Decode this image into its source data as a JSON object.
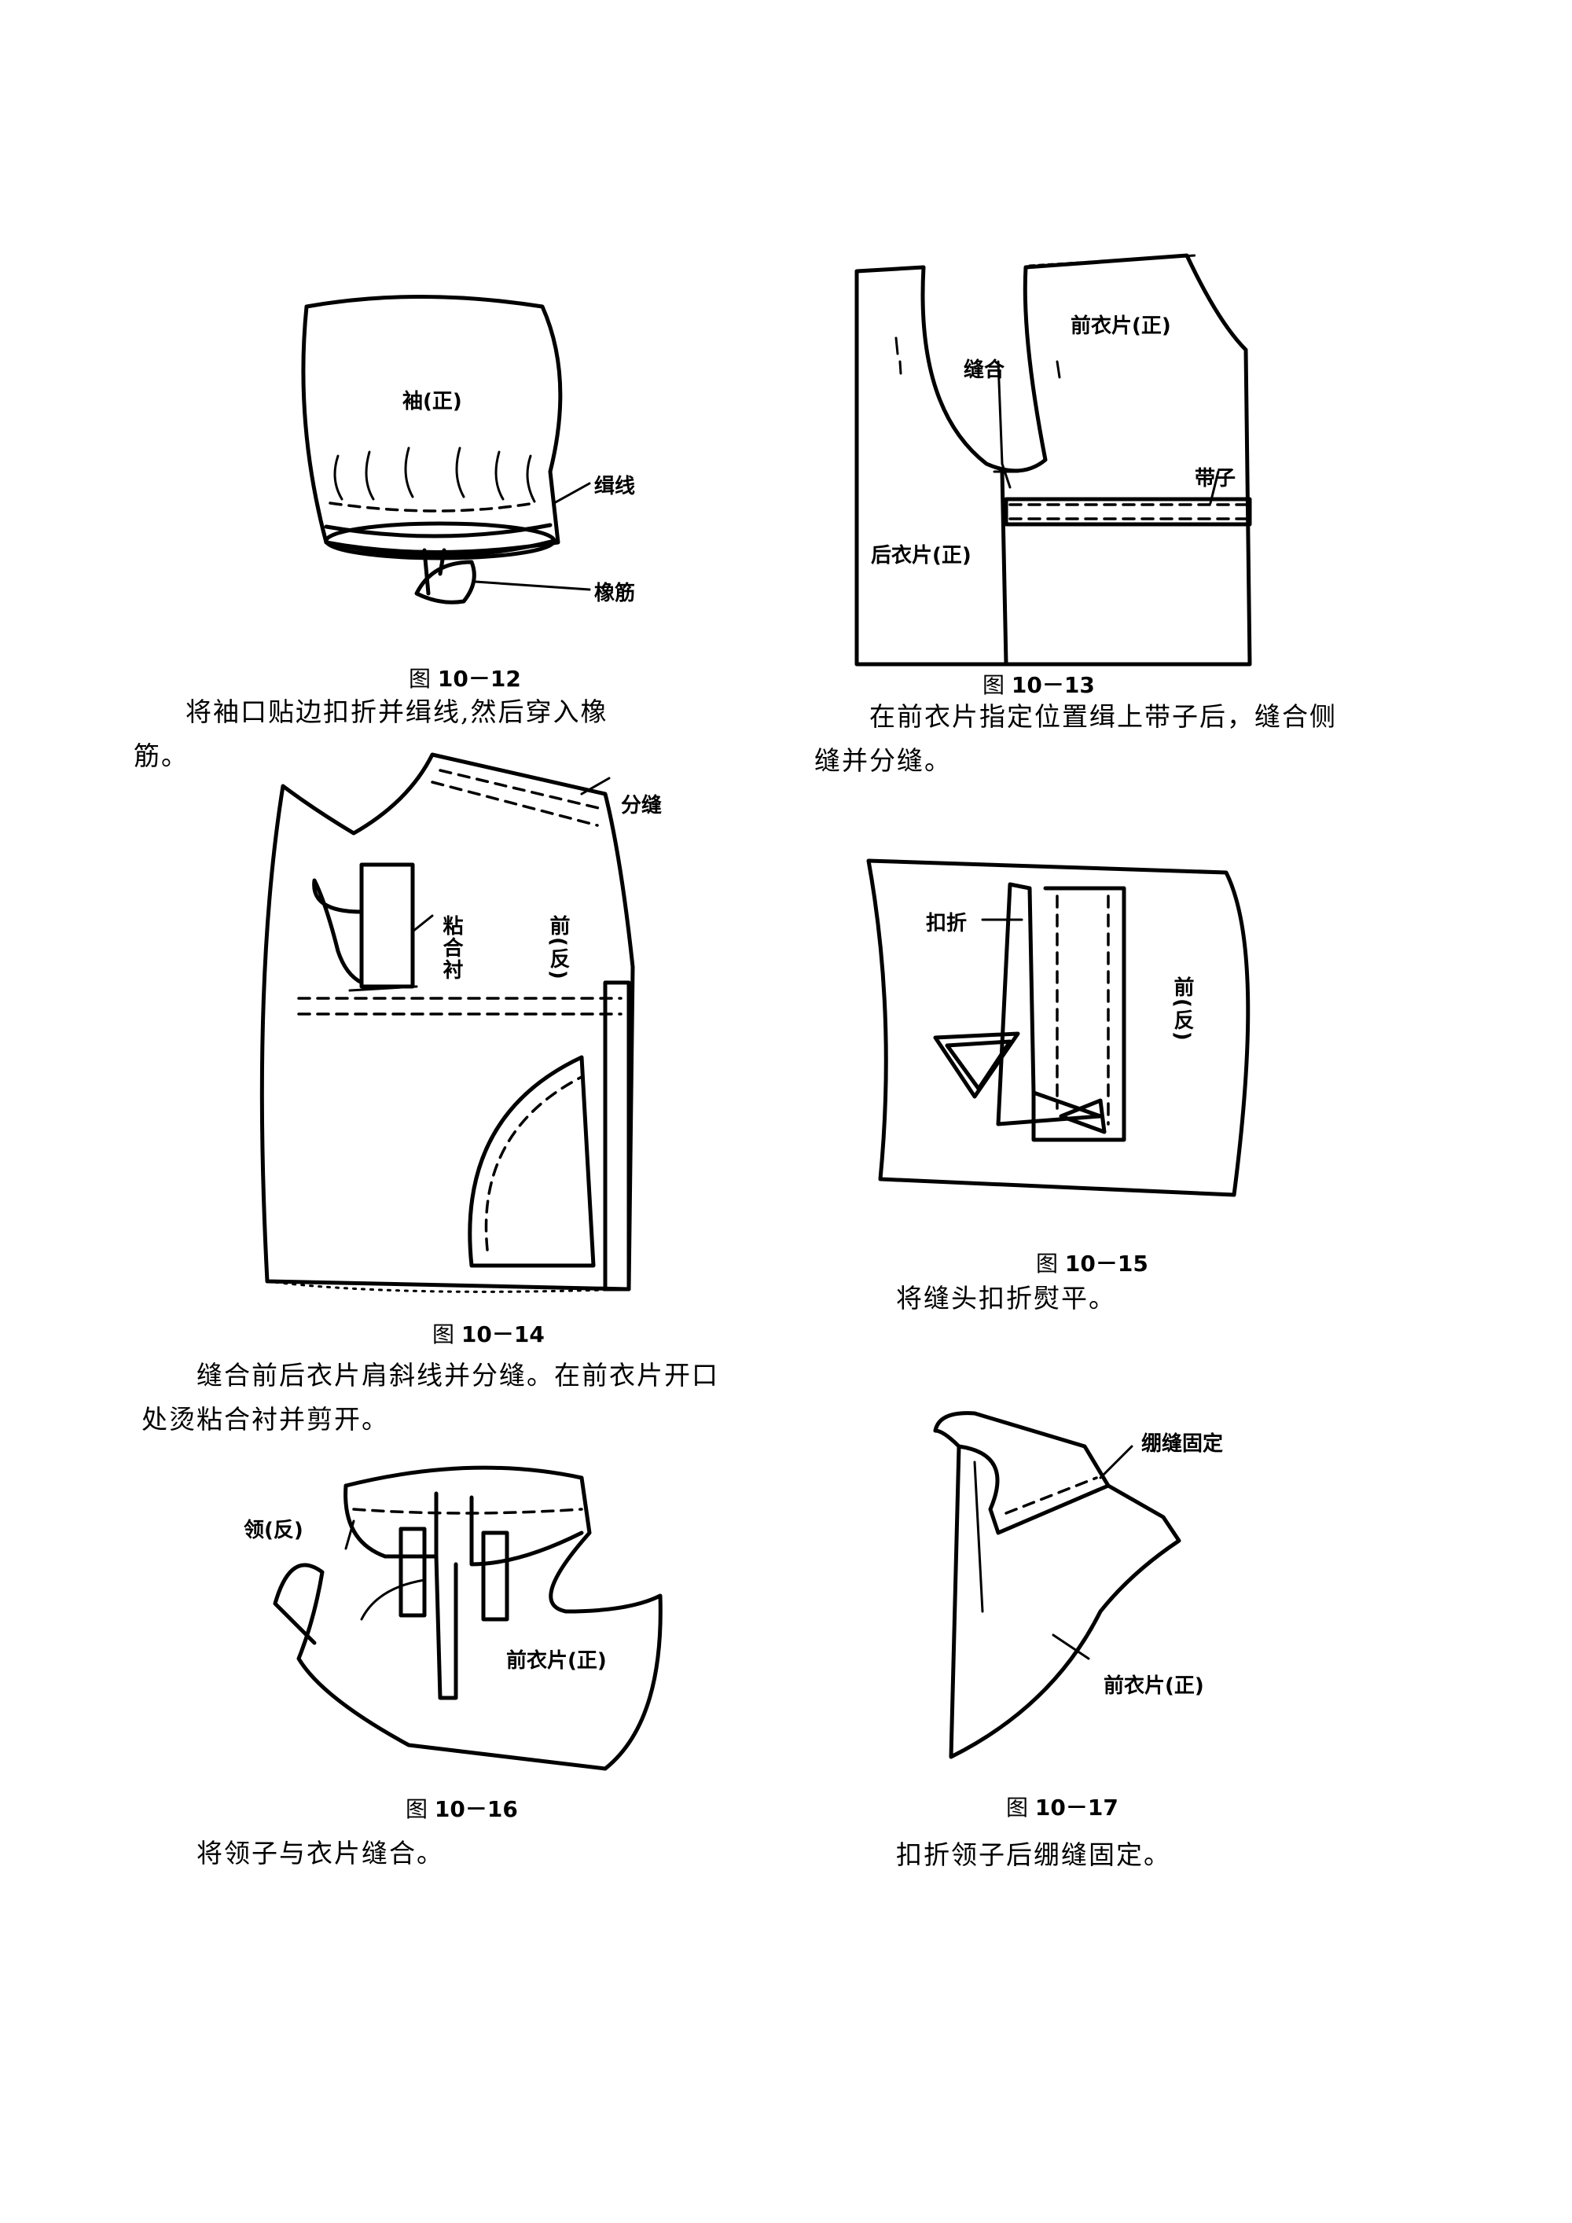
{
  "figures": [
    {
      "id": "10-12",
      "caption_prefix": "图",
      "caption_number": "10－12",
      "labels": {
        "sleeve": "袖(正)",
        "stitch": "缉线",
        "elastic": "橡筋"
      },
      "text_line1": "将袖口贴边扣折并缉线,然后穿入橡",
      "text_line2": "筋。"
    },
    {
      "id": "10-13",
      "caption_prefix": "图",
      "caption_number": "10－13",
      "labels": {
        "front": "前衣片(正)",
        "seam": "缝合",
        "band": "带子",
        "back": "后衣片(正)"
      },
      "text_line1": "在前衣片指定位置缉上带子后，缝合侧",
      "text_line2": "缝并分缝。"
    },
    {
      "id": "10-14",
      "caption_prefix": "图",
      "caption_number": "10－14",
      "labels": {
        "split": "分缝",
        "interlining": "粘合衬",
        "front_back": "前(反)"
      },
      "text_line1": "缝合前后衣片肩斜线并分缝。在前衣片开口",
      "text_line2": "处烫粘合衬并剪开。"
    },
    {
      "id": "10-15",
      "caption_prefix": "图",
      "caption_number": "10－15",
      "labels": {
        "fold": "扣折",
        "front_back": "前(反)"
      },
      "text_line1": "将缝头扣折熨平。"
    },
    {
      "id": "10-16",
      "caption_prefix": "图",
      "caption_number": "10－16",
      "labels": {
        "collar": "领(反)",
        "front": "前衣片(正)"
      },
      "text_line1": "将领子与衣片缝合。"
    },
    {
      "id": "10-17",
      "caption_prefix": "图",
      "caption_number": "10－17",
      "labels": {
        "tack": "绷缝固定",
        "front": "前衣片(正)"
      },
      "text_line1": "扣折领子后绷缝固定。"
    }
  ]
}
